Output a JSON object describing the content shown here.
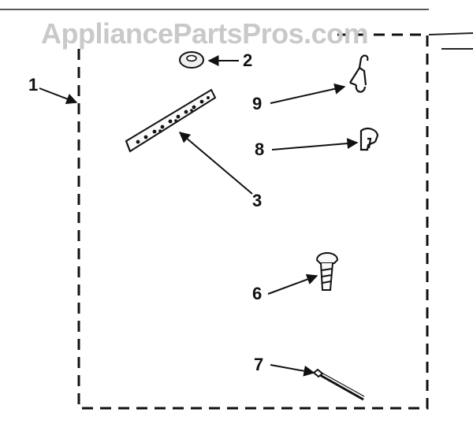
{
  "watermark": "AppliancePartsPros.com",
  "diagram": {
    "callouts": {
      "kit": "1",
      "washer": "2",
      "bracket": "3",
      "screw": "6",
      "pin": "7",
      "clip": "8",
      "hook": "9"
    }
  }
}
